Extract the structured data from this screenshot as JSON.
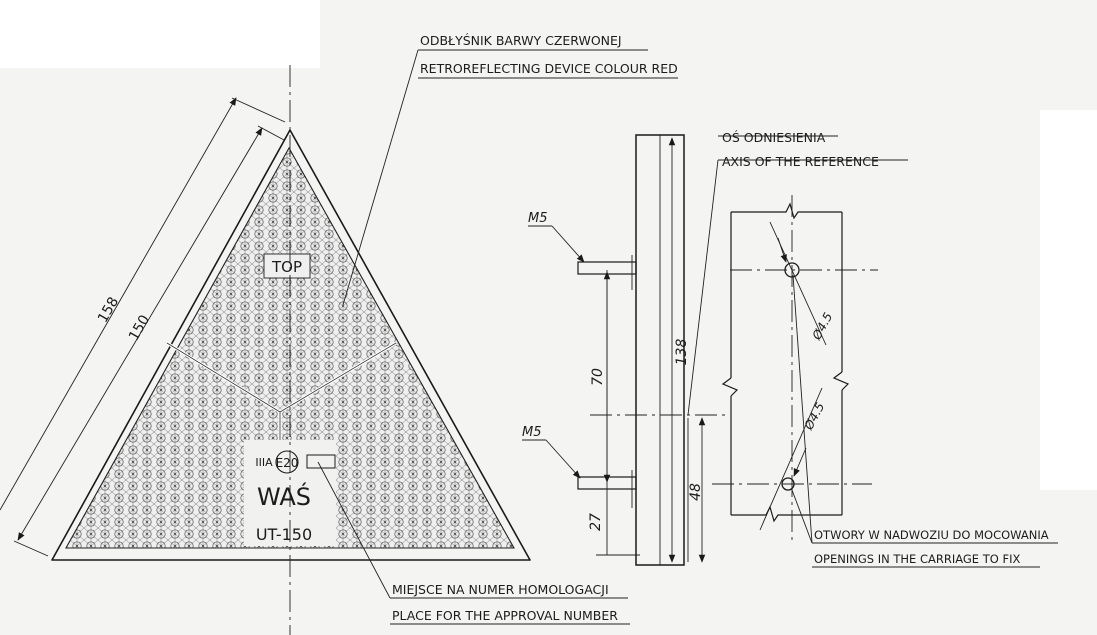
{
  "labels": {
    "reflector_pl": "ODBŁYŚNIK BARWY CZERWONEJ",
    "reflector_en": "RETROREFLECTING DEVICE COLOUR RED",
    "axis_pl": "OŚ ODNIESIENIA",
    "axis_en": "AXIS OF THE REFERENCE",
    "approval_pl": "MIEJSCE NA NUMER HOMOLOGACJI",
    "approval_en": "PLACE FOR THE APPROVAL NUMBER",
    "holes_pl": "OTWORY W NADWOZIU DO MOCOWANIA",
    "holes_en": "OPENINGS IN THE CARRIAGE TO FIX"
  },
  "dimensions": {
    "outer_side": "158",
    "inner_side": "150",
    "height_total": "138",
    "bolt_spacing": "70",
    "axis_height": "48",
    "bottom_offset": "27",
    "hole_dia_1": "Ø4.5",
    "hole_dia_2": "Ø4.5"
  },
  "threads": {
    "upper": "M5",
    "lower": "M5"
  },
  "marking": {
    "top": "TOP",
    "class": "IIIA",
    "e_mark": "E20",
    "maker": "WAŚ",
    "model": "UT-150"
  }
}
